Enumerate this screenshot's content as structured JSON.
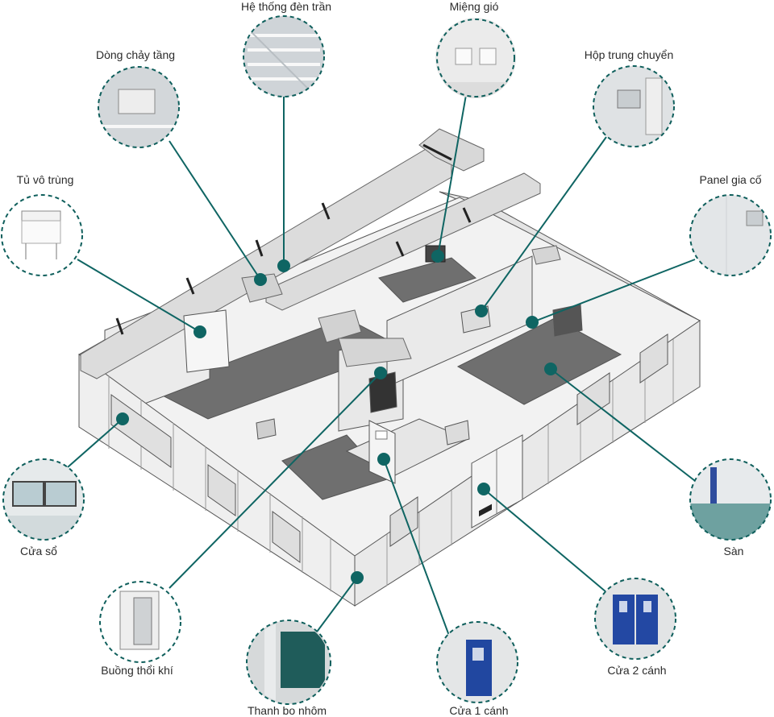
{
  "colors": {
    "teal": "#0f6563",
    "floor": "#6f6f6f",
    "wall": "#ececec",
    "edge": "#555555",
    "duct": "#dcdcdc"
  },
  "labels": {
    "ceiling_lights": "Hệ thống đèn trần",
    "air_vent": "Miệng gió",
    "laminar_flow": "Dòng chảy tầng",
    "pass_box": "Hộp trung chuyển",
    "sterile_cabinet": "Tủ vô trùng",
    "reinforced_panel": "Panel gia cố",
    "window": "Cửa sổ",
    "floor": "Sàn",
    "air_shower": "Buồng thổi khí",
    "aluminum_trim": "Thanh bo nhôm",
    "single_door": "Cửa 1 cánh",
    "double_door": "Cửa 2 cánh"
  }
}
